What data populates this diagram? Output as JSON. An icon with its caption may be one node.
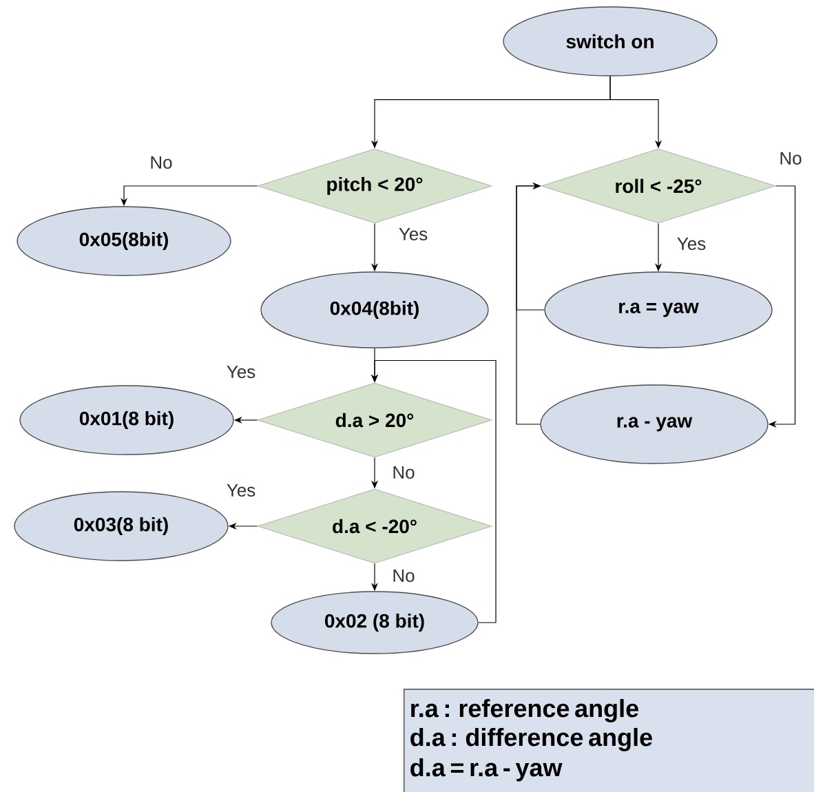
{
  "diagram": {
    "nodes": [
      {
        "text": [
          "switch on"
        ]
      },
      {
        "text": [
          "pitch < 20°"
        ]
      },
      {
        "text": [
          "roll < -25°"
        ]
      },
      {
        "text": [
          "0x05(8bit)"
        ]
      },
      {
        "text": [
          "0x04(8bit)"
        ]
      },
      {
        "text": [
          "r.a = yaw"
        ]
      },
      {
        "text": [
          "0x01(8 bit)"
        ]
      },
      {
        "text": [
          "d.a > 20°"
        ]
      },
      {
        "text": [
          "r.a - yaw"
        ]
      },
      {
        "text": [
          "0x03(8 bit)"
        ]
      },
      {
        "text": [
          "d.a < -20°"
        ]
      },
      {
        "text": [
          "0x02 (8 bit)"
        ]
      },
      {
        "text": [
          "r.a : reference angle",
          "d.a : difference angle",
          "d.a = r.a - yaw"
        ]
      }
    ],
    "edges": [
      {
        "from": 0,
        "to": 1,
        "arrow": "to"
      },
      {
        "from": 0,
        "to": 2,
        "arrow": "to"
      },
      {
        "from": 1,
        "to": 3,
        "arrow": "to",
        "label": "No"
      },
      {
        "from": 1,
        "to": 4,
        "arrow": "to",
        "label": "Yes"
      },
      {
        "from": 2,
        "to": 5,
        "arrow": "to",
        "label": "Yes"
      },
      {
        "from": 2,
        "to": 8,
        "arrow": "to",
        "label": "No"
      },
      {
        "from": 5,
        "to": 2,
        "arrow": "to"
      },
      {
        "from": 8,
        "to": 2,
        "arrow": "to"
      },
      {
        "from": 4,
        "to": 7,
        "arrow": "to"
      },
      {
        "from": 7,
        "to": 6,
        "arrow": "to",
        "label": "Yes"
      },
      {
        "from": 7,
        "to": 10,
        "arrow": "to",
        "label": "No"
      },
      {
        "from": 10,
        "to": 9,
        "arrow": "to",
        "label": "Yes"
      },
      {
        "from": 10,
        "to": 11,
        "arrow": "to",
        "label": "No"
      },
      {
        "from": 11,
        "to": 7,
        "arrow": "to"
      }
    ]
  }
}
